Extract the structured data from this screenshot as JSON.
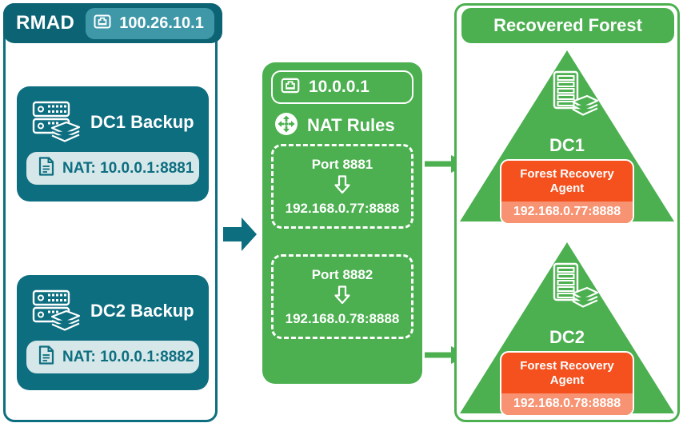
{
  "rmad": {
    "title": "RMAD",
    "ip_badge": {
      "icon": "ethernet-port-icon",
      "value": "100.26.10.1"
    },
    "backups": [
      {
        "icon": "server-backup-icon",
        "title": "DC1 Backup",
        "nat_icon": "document-icon",
        "nat_label": "NAT: 10.0.0.1:8881"
      },
      {
        "icon": "server-backup-icon",
        "title": "DC2 Backup",
        "nat_icon": "document-icon",
        "nat_label": "NAT: 10.0.0.1:8882"
      }
    ]
  },
  "flow_arrow": {
    "icon": "right-block-arrow-icon",
    "color": "#0d6e80"
  },
  "nat": {
    "ip_badge": {
      "icon": "ethernet-port-icon",
      "value": "10.0.0.1"
    },
    "rules_icon": "nat-router-icon",
    "rules_title": "NAT Rules",
    "rules": [
      {
        "port": "Port 8881",
        "arrow_icon": "down-arrow-icon",
        "target": "192.168.0.77:8888"
      },
      {
        "port": "Port 8882",
        "arrow_icon": "down-arrow-icon",
        "target": "192.168.0.78:8888"
      }
    ],
    "color": "#4cb050"
  },
  "connector_arrows": [
    {
      "icon": "right-line-arrow-icon",
      "color": "#4cb050"
    },
    {
      "icon": "right-line-arrow-icon",
      "color": "#4cb050"
    }
  ],
  "forest": {
    "title": "Recovered Forest",
    "color": "#4cb050",
    "domain_controllers": [
      {
        "icon": "server-rack-backup-icon",
        "label": "DC1",
        "agent_title": "Forest Recovery Agent",
        "agent_ip": "192.168.0.77:8888",
        "agent_color": "#f4511e",
        "agent_ip_color": "#f79372"
      },
      {
        "icon": "server-rack-backup-icon",
        "label": "DC2",
        "agent_title": "Forest Recovery Agent",
        "agent_ip": "192.168.0.78:8888",
        "agent_color": "#f4511e",
        "agent_ip_color": "#f79372"
      }
    ]
  }
}
